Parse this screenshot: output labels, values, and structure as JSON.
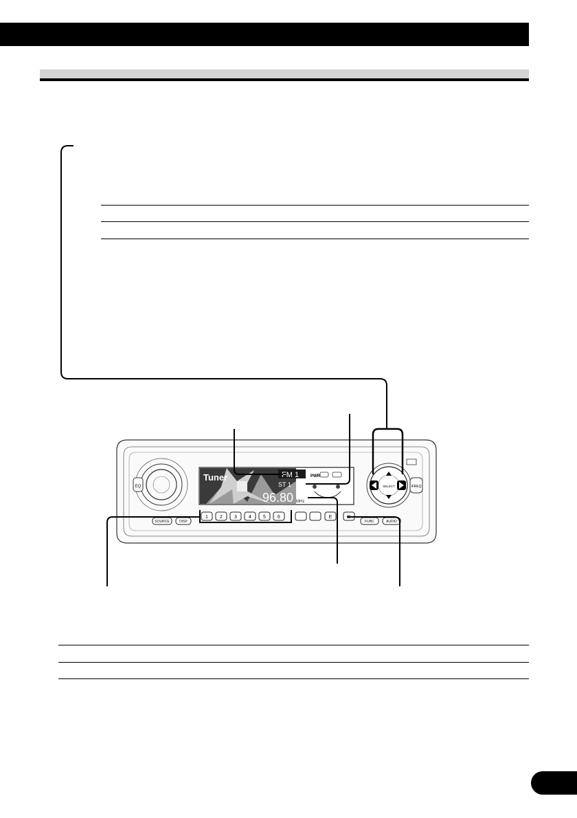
{
  "unit": {
    "display_source": "Tuner",
    "display_band": "FM 1",
    "display_stereo": "ST  1",
    "display_frequency": "96.80",
    "display_freq_unit": "MHz",
    "display_pwrfl": "PWRFL",
    "select_label": "SELECT",
    "eq_label": "EQ",
    "ifreq_label": "iFREQ",
    "source_label": "SOURCE",
    "disp_label": "DISP",
    "func_label": "FUNC",
    "audio_label": "AUDIO",
    "band_label": "B",
    "enter_label": "E",
    "preset_buttons": [
      "1",
      "2",
      "3",
      "4",
      "5",
      "6"
    ]
  }
}
